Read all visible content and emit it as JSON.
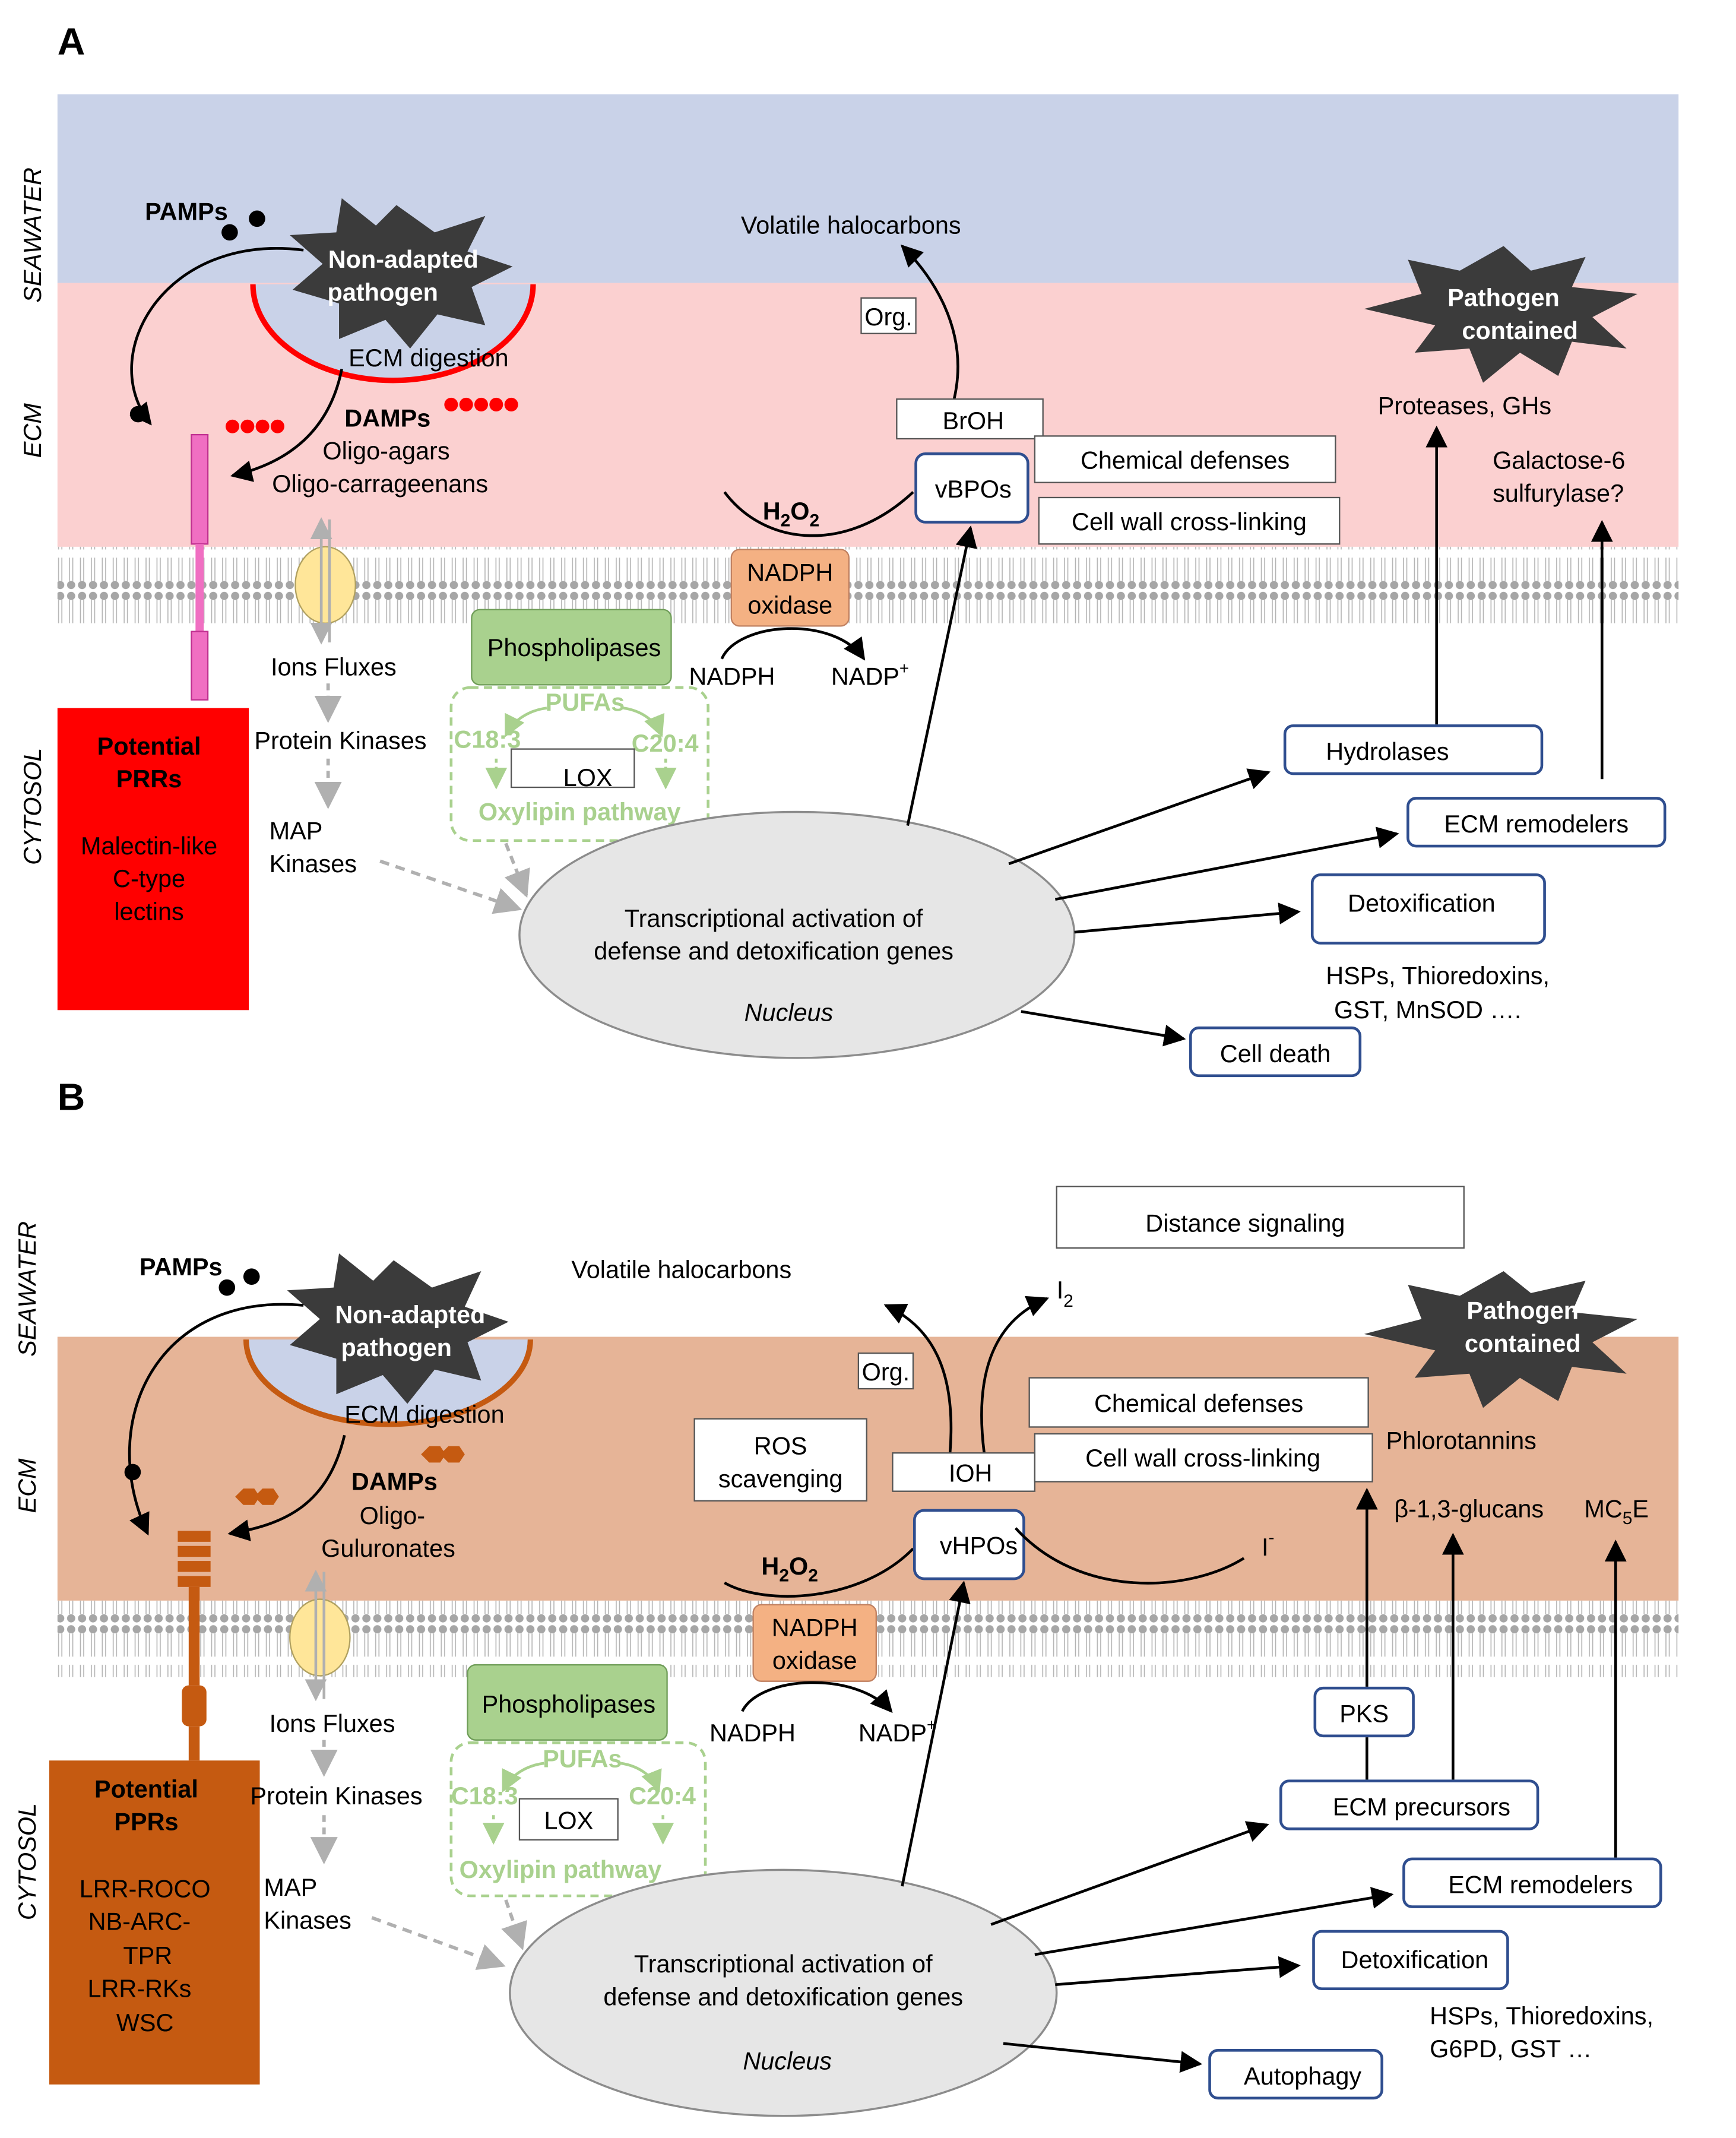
{
  "colors": {
    "seawater_bg": "#c9d2e8",
    "ecm_a_bg": "#fbd0d0",
    "ecm_b_bg": "#e6b497",
    "membrane_grey": "#9e9e9e",
    "prr_a_red": "#ff0000",
    "prr_b_orange": "#c55a11",
    "receptor_a_pink": "#f06fc2",
    "receptor_b_orange": "#c55a11",
    "pathogen_star": "#3b3b3b",
    "nadph_oxidase": "#f4b183",
    "phospholipases": "#a9d18e",
    "oxylipin_green": "#a9d18e",
    "box_border_blue": "#2f4e8f",
    "dashed_arrow_grey": "#b0b0b0"
  },
  "panel_a": {
    "label": "A",
    "zones": {
      "seawater": "SEAWATER",
      "ecm": "ECM",
      "cytosol": "CYTOSOL"
    },
    "pamps": "PAMPs",
    "pathogen": {
      "line1": "Non-adapted",
      "line2": "pathogen"
    },
    "ecm_digestion": "ECM digestion",
    "damps": "DAMPs",
    "damps_lines": [
      "Oligo-agars",
      "Oligo-carrageenans"
    ],
    "prr_box": {
      "title_line1": "Potential",
      "title_line2": "PRRs",
      "items": [
        "Malectin-like",
        "C-type",
        "lectins"
      ]
    },
    "ions_fluxes": "Ions Fluxes",
    "protein_kinases": "Protein Kinases",
    "map": "MAP",
    "kinases": "Kinases",
    "phospholipases": "Phospholipases",
    "pufas": "PUFAs",
    "c18": "C18:3",
    "c20": "C20:4",
    "lox": "LOX",
    "oxylipin": "Oxylipin pathway",
    "h2o2": "H",
    "h2o2_sub1": "2",
    "h2o2_o": "O",
    "h2o2_sub2": "2",
    "nadph_oxidase_line1": "NADPH",
    "nadph_oxidase_line2": "oxidase",
    "nadph": "NADPH",
    "nadp": "NADP",
    "nadp_sup": "+",
    "volatile": "Volatile halocarbons",
    "org": "Org.",
    "broh": "BrOH",
    "vbpos": "vBPOs",
    "chemical_defenses": "Chemical defenses",
    "cell_wall": "Cell wall cross-linking",
    "pathogen_contained_line1": "Pathogen",
    "pathogen_contained_line2": "contained",
    "proteases": "Proteases, GHs",
    "galactose_line1": "Galactose-6",
    "galactose_line2": "sulfurylase?",
    "hydrolases": "Hydrolases",
    "ecm_remodelers": "ECM remodelers",
    "detoxification": "Detoxification",
    "hsps_line1": "HSPs, Thioredoxins,",
    "hsps_line2": "GST, MnSOD ….",
    "cell_death": "Cell death",
    "nucleus_line1": "Transcriptional activation of",
    "nucleus_line2": "defense and detoxification genes",
    "nucleus_label": "Nucleus"
  },
  "panel_b": {
    "label": "B",
    "zones": {
      "seawater": "SEAWATER",
      "ecm": "ECM",
      "cytosol": "CYTOSOL"
    },
    "pamps": "PAMPs",
    "pathogen": {
      "line1": "Non-adapted",
      "line2": "pathogen"
    },
    "ecm_digestion": "ECM digestion",
    "damps": "DAMPs",
    "damps_lines": [
      "Oligo-",
      "Guluronates"
    ],
    "prr_box": {
      "title_line1": "Potential",
      "title_line2": "PPRs",
      "items": [
        "LRR-ROCO",
        "NB-ARC-",
        "TPR",
        "LRR-RKs",
        "WSC"
      ]
    },
    "ions_fluxes": "Ions Fluxes",
    "protein_kinases": "Protein Kinases",
    "map": "MAP",
    "kinases": "Kinases",
    "phospholipases": "Phospholipases",
    "pufas": "PUFAs",
    "c18": "C18:3",
    "c20": "C20:4",
    "lox": "LOX",
    "oxylipin": "Oxylipin pathway",
    "h2o2": "H",
    "h2o2_sub1": "2",
    "h2o2_o": "O",
    "h2o2_sub2": "2",
    "nadph_oxidase_line1": "NADPH",
    "nadph_oxidase_line2": "oxidase",
    "nadph": "NADPH",
    "nadp": "NADP",
    "nadp_sup": "+",
    "distance_signaling": "Distance signaling",
    "volatile": "Volatile halocarbons",
    "i2": "I",
    "i2_sub": "2",
    "org": "Org.",
    "ros_line1": "ROS",
    "ros_line2": "scavenging",
    "ioh": "IOH",
    "vhpos": "vHPOs",
    "iminus": "I",
    "iminus_sup": "-",
    "chemical_defenses": "Chemical defenses",
    "cell_wall": "Cell wall cross-linking",
    "pathogen_contained_line1": "Pathogen",
    "pathogen_contained_line2": "contained",
    "phlorotannins": "Phlorotannins",
    "glucans": "β-1,3-glucans",
    "mc5e": "MC",
    "mc5e_sub": "5",
    "mc5e_e": "E",
    "pks": "PKS",
    "ecm_precursors": "ECM precursors",
    "ecm_remodelers": "ECM remodelers",
    "detoxification": "Detoxification",
    "hsps_line1": "HSPs, Thioredoxins,",
    "hsps_line2": "G6PD, GST …",
    "autophagy": "Autophagy",
    "nucleus_line1": "Transcriptional activation of",
    "nucleus_line2": "defense and detoxification genes",
    "nucleus_label": "Nucleus"
  }
}
